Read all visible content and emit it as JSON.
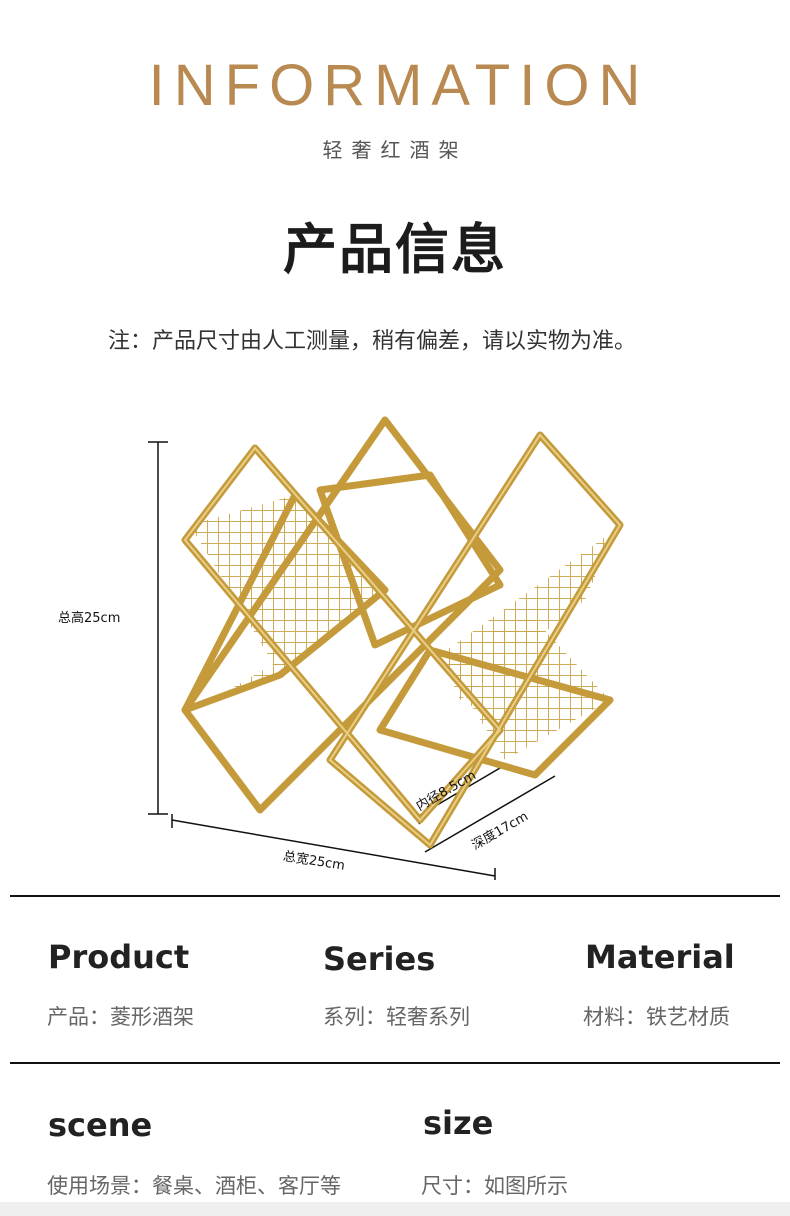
{
  "header": {
    "en_title": "INFORMATION",
    "subtitle": "轻奢红酒架",
    "cn_title": "产品信息",
    "note": "注：产品尺寸由人工测量，稍有偏差，请以实物为准。"
  },
  "dimensions": {
    "height": "总高25cm",
    "width": "总宽25cm",
    "inner": "内径8.5cm",
    "depth": "深度17cm"
  },
  "specs": [
    {
      "label": "Product",
      "value": "产品：菱形酒架"
    },
    {
      "label": "Series",
      "value": "系列：轻奢系列"
    },
    {
      "label": "Material",
      "value": "材料：铁艺材质"
    },
    {
      "label": "scene",
      "value": "使用场景：餐桌、酒柜、客厅等"
    },
    {
      "label": "size",
      "value": "尺寸：如图所示"
    }
  ],
  "colors": {
    "accent": "#b88a52",
    "gold": "#c9a445"
  }
}
